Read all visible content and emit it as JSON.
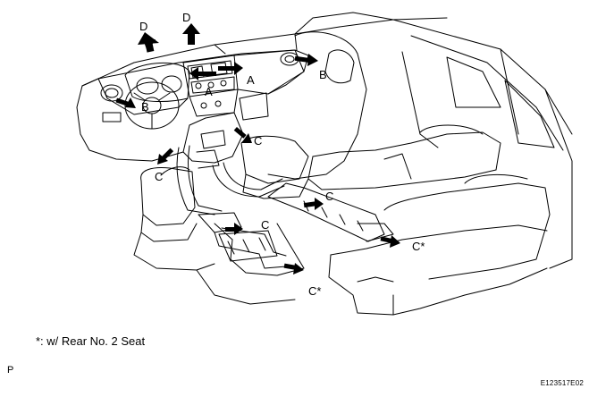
{
  "labels": {
    "d1": "D",
    "d2": "D",
    "a1": "A",
    "a2": "A",
    "b1": "B",
    "b2": "B",
    "c1": "C",
    "c2": "C",
    "c3": "C",
    "c4": "C",
    "c_star1": "C*",
    "c_star2": "C*"
  },
  "footnote": "*: w/ Rear No. 2 Seat",
  "p_mark": "P",
  "figure_code": "E123517E02",
  "colors": {
    "line": "#000000",
    "background": "#ffffff"
  }
}
